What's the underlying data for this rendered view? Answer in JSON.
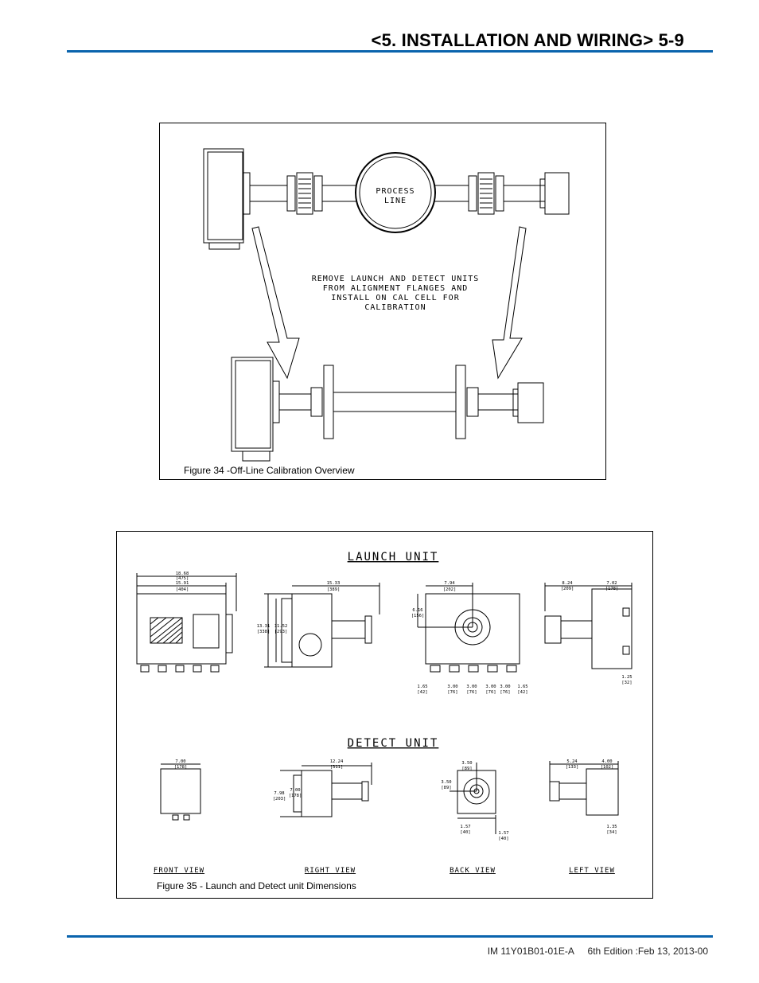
{
  "header": {
    "title": "<5. INSTALLATION AND WIRING>  5-9"
  },
  "figure34": {
    "caption": "Figure 34 -Off-Line Calibration Overview",
    "process_label_1": "PROCESS",
    "process_label_2": "LINE",
    "instruction_lines": [
      "REMOVE LAUNCH AND DETECT UNITS",
      "FROM ALIGNMENT FLANGES AND",
      "INSTALL ON CAL CELL FOR",
      "CALIBRATION"
    ]
  },
  "figure35": {
    "caption": "Figure 35 - Launch and Detect unit Dimensions",
    "launch_title": "LAUNCH UNIT",
    "detect_title": "DETECT UNIT",
    "views": [
      "FRONT VIEW",
      "RIGHT VIEW",
      "BACK VIEW",
      "LEFT VIEW"
    ],
    "launch_dims": {
      "front_overall": "18.68",
      "front_overall_mm": "[475]",
      "front_body": "15.91",
      "front_body_mm": "[404]",
      "right_length": "15.33",
      "right_length_mm": "[389]",
      "right_height_a": "13.31",
      "right_height_a_mm": "[338]",
      "right_height_b": "11.52",
      "right_height_b_mm": "[293]",
      "back_center": "7.94",
      "back_center_mm": "[202]",
      "back_side": "6.16",
      "back_side_mm": "[156]",
      "back_bottom": [
        "1.65",
        "3.00",
        "3.00",
        "3.00",
        "3.00",
        "1.65"
      ],
      "back_bottom_mm": [
        "[42]",
        "[76]",
        "[76]",
        "[76]",
        "[76]",
        "[42]"
      ],
      "left_a": "8.24",
      "left_a_mm": "[209]",
      "left_b": "7.02",
      "left_b_mm": "[178]",
      "left_c": "1.25",
      "left_c_mm": "[32]"
    },
    "detect_dims": {
      "front_w": "7.00",
      "front_w_mm": "[178]",
      "right_len": "12.24",
      "right_len_mm": "[311]",
      "right_h_a": "7.98",
      "right_h_a_mm": "[203]",
      "right_h_b": "7.00",
      "right_h_b_mm": "[178]",
      "back_top": "3.50",
      "back_top_mm": "[89]",
      "back_side": "3.50",
      "back_side_mm": "[89]",
      "back_bottom": "1.57",
      "back_bottom_mm": "[40]",
      "back_low": "1.57",
      "back_low_mm": "[40]",
      "left_a": "5.24",
      "left_a_mm": "[133]",
      "left_b": "4.00",
      "left_b_mm": "[102]",
      "left_c": "1.35",
      "left_c_mm": "[34]"
    }
  },
  "footer": {
    "doc_id": "IM 11Y01B01-01E-A",
    "edition": "6th Edition :Feb 13, 2013-00"
  }
}
